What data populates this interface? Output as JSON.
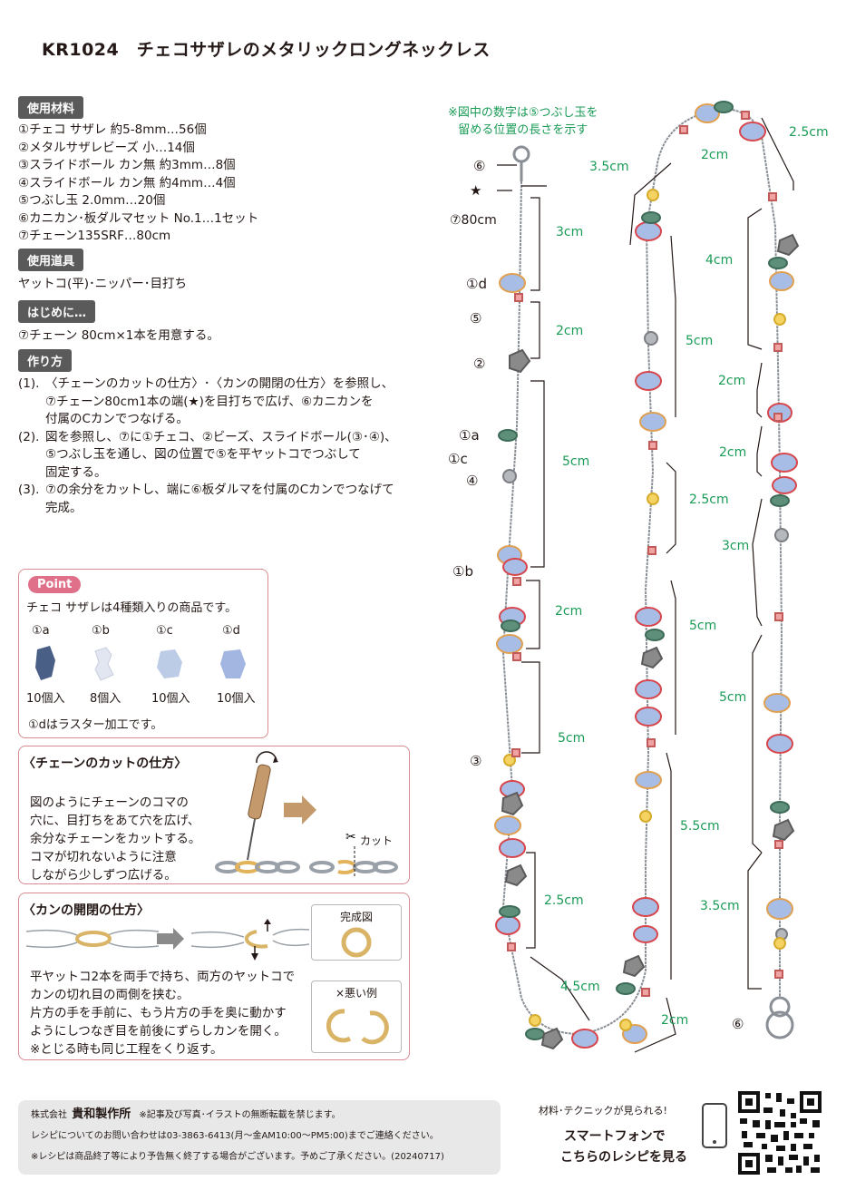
{
  "title": "KR1024　チェコサザレのメタリックロングネックレス",
  "materials": {
    "heading": "使用材料",
    "items": [
      "①チェコ サザレ 約5-8mm…56個",
      "②メタルサザレビーズ 小…14個",
      "③スライドボール カン無 約3mm…8個",
      "④スライドボール カン無 約4mm…4個",
      "⑤つぶし玉 2.0mm…20個",
      "⑥カニカン･板ダルマセット No.1…1セット",
      "⑦チェーン135SRF…80cm"
    ]
  },
  "tools": {
    "heading": "使用道具",
    "text": "ヤットコ(平)･ニッパー･目打ち"
  },
  "intro": {
    "heading": "はじめに…",
    "text": "⑦チェーン 80cm×1本を用意する。"
  },
  "method": {
    "heading": "作り方",
    "steps": [
      {
        "num": "(1).",
        "lines": [
          "〈チェーンのカットの仕方〉･〈カンの開閉の仕方〉を参照し、",
          "⑦チェーン80cm1本の端(★)を目打ちで広げ、⑥カニカンを",
          "付属のCカンでつなげる。"
        ]
      },
      {
        "num": "(2).",
        "lines": [
          "図を参照し、⑦に①チェコ、②ビーズ、スライドボール(③･④)、",
          "⑤つぶし玉を通し、図の位置で⑤を平ヤットコでつぶして",
          "固定する。"
        ]
      },
      {
        "num": "(3).",
        "lines": [
          "⑦の余分をカットし、端に⑥板ダルマを付属のCカンでつなげて",
          "完成。"
        ]
      }
    ]
  },
  "point": {
    "badge": "Point",
    "text": "チェコ サザレは4種類入りの商品です。",
    "types": [
      {
        "label": "①a",
        "count": "10個入",
        "color": "#4a5f86"
      },
      {
        "label": "①b",
        "count": "8個入",
        "color": "#dde3ef"
      },
      {
        "label": "①c",
        "count": "10個入",
        "color": "#b6c6e2"
      },
      {
        "label": "①d",
        "count": "10個入",
        "color": "#9fb3e0"
      }
    ],
    "note": "①dはラスター加工です。"
  },
  "chain_cut": {
    "heading": "〈チェーンのカットの仕方〉",
    "lines": [
      "図のようにチェーンのコマの",
      "穴に、目打ちをあて穴を広げ、",
      "余分なチェーンをカットする。",
      "コマが切れないように注意",
      "しながら少しずつ広げる。"
    ],
    "cut_label": "カット"
  },
  "ring": {
    "heading": "〈カンの開閉の仕方〉",
    "lines": [
      "平ヤットコ2本を両手で持ち、両方のヤットコで",
      "カンの切れ目の両側を挟む。",
      "片方の手を手前に、もう片方の手を奥に動かす",
      "ようにしつなぎ目を前後にずらしカンを開く。",
      "※とじる時も同じ工程をくり返す。"
    ],
    "done_label": "完成図",
    "bad_label": "×悪い例"
  },
  "diagram": {
    "note": [
      "※図中の数字は⑤つぶし玉を",
      "留める位置の長さを示す"
    ],
    "left_labels": [
      "⑥",
      "★",
      "⑦80cm",
      "①d",
      "⑤",
      "②",
      "①a",
      "①c",
      "④",
      "①b",
      "③"
    ],
    "left_measures": [
      "3cm",
      "2cm",
      "5cm",
      "2cm",
      "5cm",
      "2.5cm",
      "4.5cm"
    ],
    "mid_measures": [
      "3.5cm",
      "2cm",
      "5cm",
      "2.5cm",
      "5cm",
      "5.5cm",
      "2cm"
    ],
    "right_measures": [
      "2.5cm",
      "4cm",
      "2cm",
      "2cm",
      "3cm",
      "5cm",
      "3.5cm"
    ],
    "end_label": "⑥"
  },
  "footer": {
    "company_prefix": "株式会社",
    "company": "貴和製作所",
    "copyright": "※記事及び写真･イラストの無断転載を禁じます。",
    "contact": "レシピについてのお問い合わせは03-3863-6413(月〜金AM10:00〜PM5:00)までご連絡ください。",
    "notice": "※レシピは商品終了等により予告無く終了する場合がございます。予めご了承ください。(20240717)"
  },
  "smartphone": {
    "caption": "材料･テクニックが見られる!",
    "line1": "スマートフォンで",
    "line2": "こちらのレシピを見る"
  },
  "colors": {
    "measure": "#1a9b56",
    "point": "#e0708a",
    "border": "#d98b91"
  }
}
